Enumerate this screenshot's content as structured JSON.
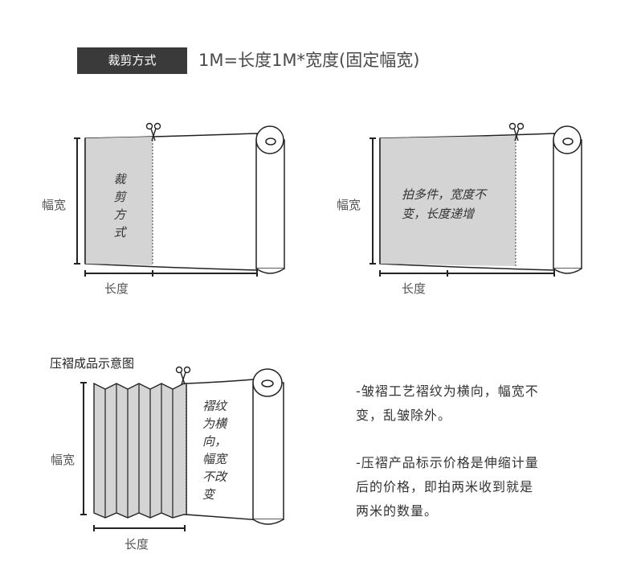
{
  "header": {
    "badge": "裁剪方式",
    "formula": "1M=长度1M*宽度(固定幅宽)"
  },
  "diagram1": {
    "width_label": "幅宽",
    "length_label": "长度",
    "cut_label_lines": [
      "裁",
      "剪",
      "方",
      "式"
    ]
  },
  "diagram2": {
    "width_label": "幅宽",
    "length_label": "长度",
    "text_lines": [
      "拍多件，宽度不",
      "变，长度递增"
    ]
  },
  "diagram3": {
    "title": "压褶成品示意图",
    "width_label": "幅宽",
    "length_label": "长度",
    "text_lines": [
      "褶纹",
      "为横",
      "向，",
      "幅宽",
      "不改",
      "变"
    ]
  },
  "notes": {
    "note1": [
      "-皱褶工艺褶纹为横向，幅宽不",
      "变，乱皱除外。"
    ],
    "note2": [
      "-压褶产品标示价格是伸缩计量",
      "后的价格，即拍两米收到就是",
      "两米的数量。"
    ]
  },
  "colors": {
    "badge_bg": "#3a3a3a",
    "fabric_gray": "#d4d4d4",
    "line": "#222222"
  }
}
